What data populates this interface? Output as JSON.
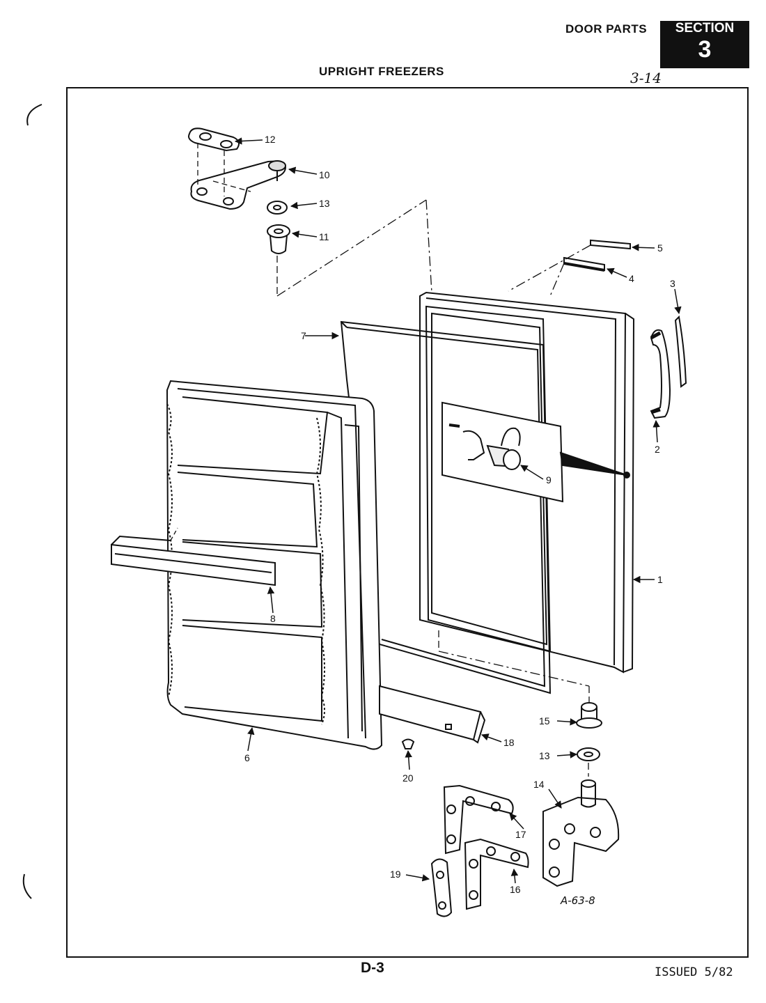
{
  "header": {
    "title": "DOOR PARTS",
    "section_word": "SECTION",
    "section_number": "3",
    "subtitle": "UPRIGHT FREEZERS",
    "handwritten_note": "3-14"
  },
  "diagram": {
    "callouts": [
      "1",
      "2",
      "3",
      "4",
      "5",
      "6",
      "7",
      "8",
      "9",
      "10",
      "11",
      "12",
      "13",
      "13",
      "14",
      "15",
      "16",
      "17",
      "18",
      "19",
      "20"
    ],
    "reference": "A-63-8"
  },
  "footer": {
    "page_code": "D-3",
    "issued": "ISSUED 5/82"
  }
}
